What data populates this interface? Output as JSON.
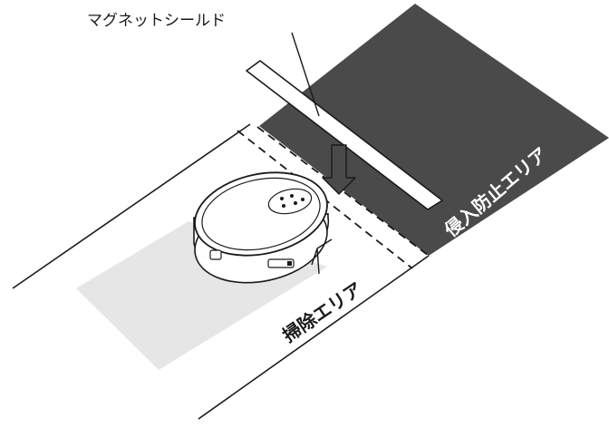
{
  "labels": {
    "magnet_shield": "マグネットシールド",
    "no_entry_area": "侵入防止エリア",
    "cleaning_area": "掃除エリア"
  },
  "colors": {
    "no_entry_fill": "#4a4a4a",
    "cleaning_shadow": "#e6e6e6",
    "line": "#1a1a1a",
    "label_on_dark": "#ffffff",
    "label_on_light": "#1a1a1a"
  }
}
